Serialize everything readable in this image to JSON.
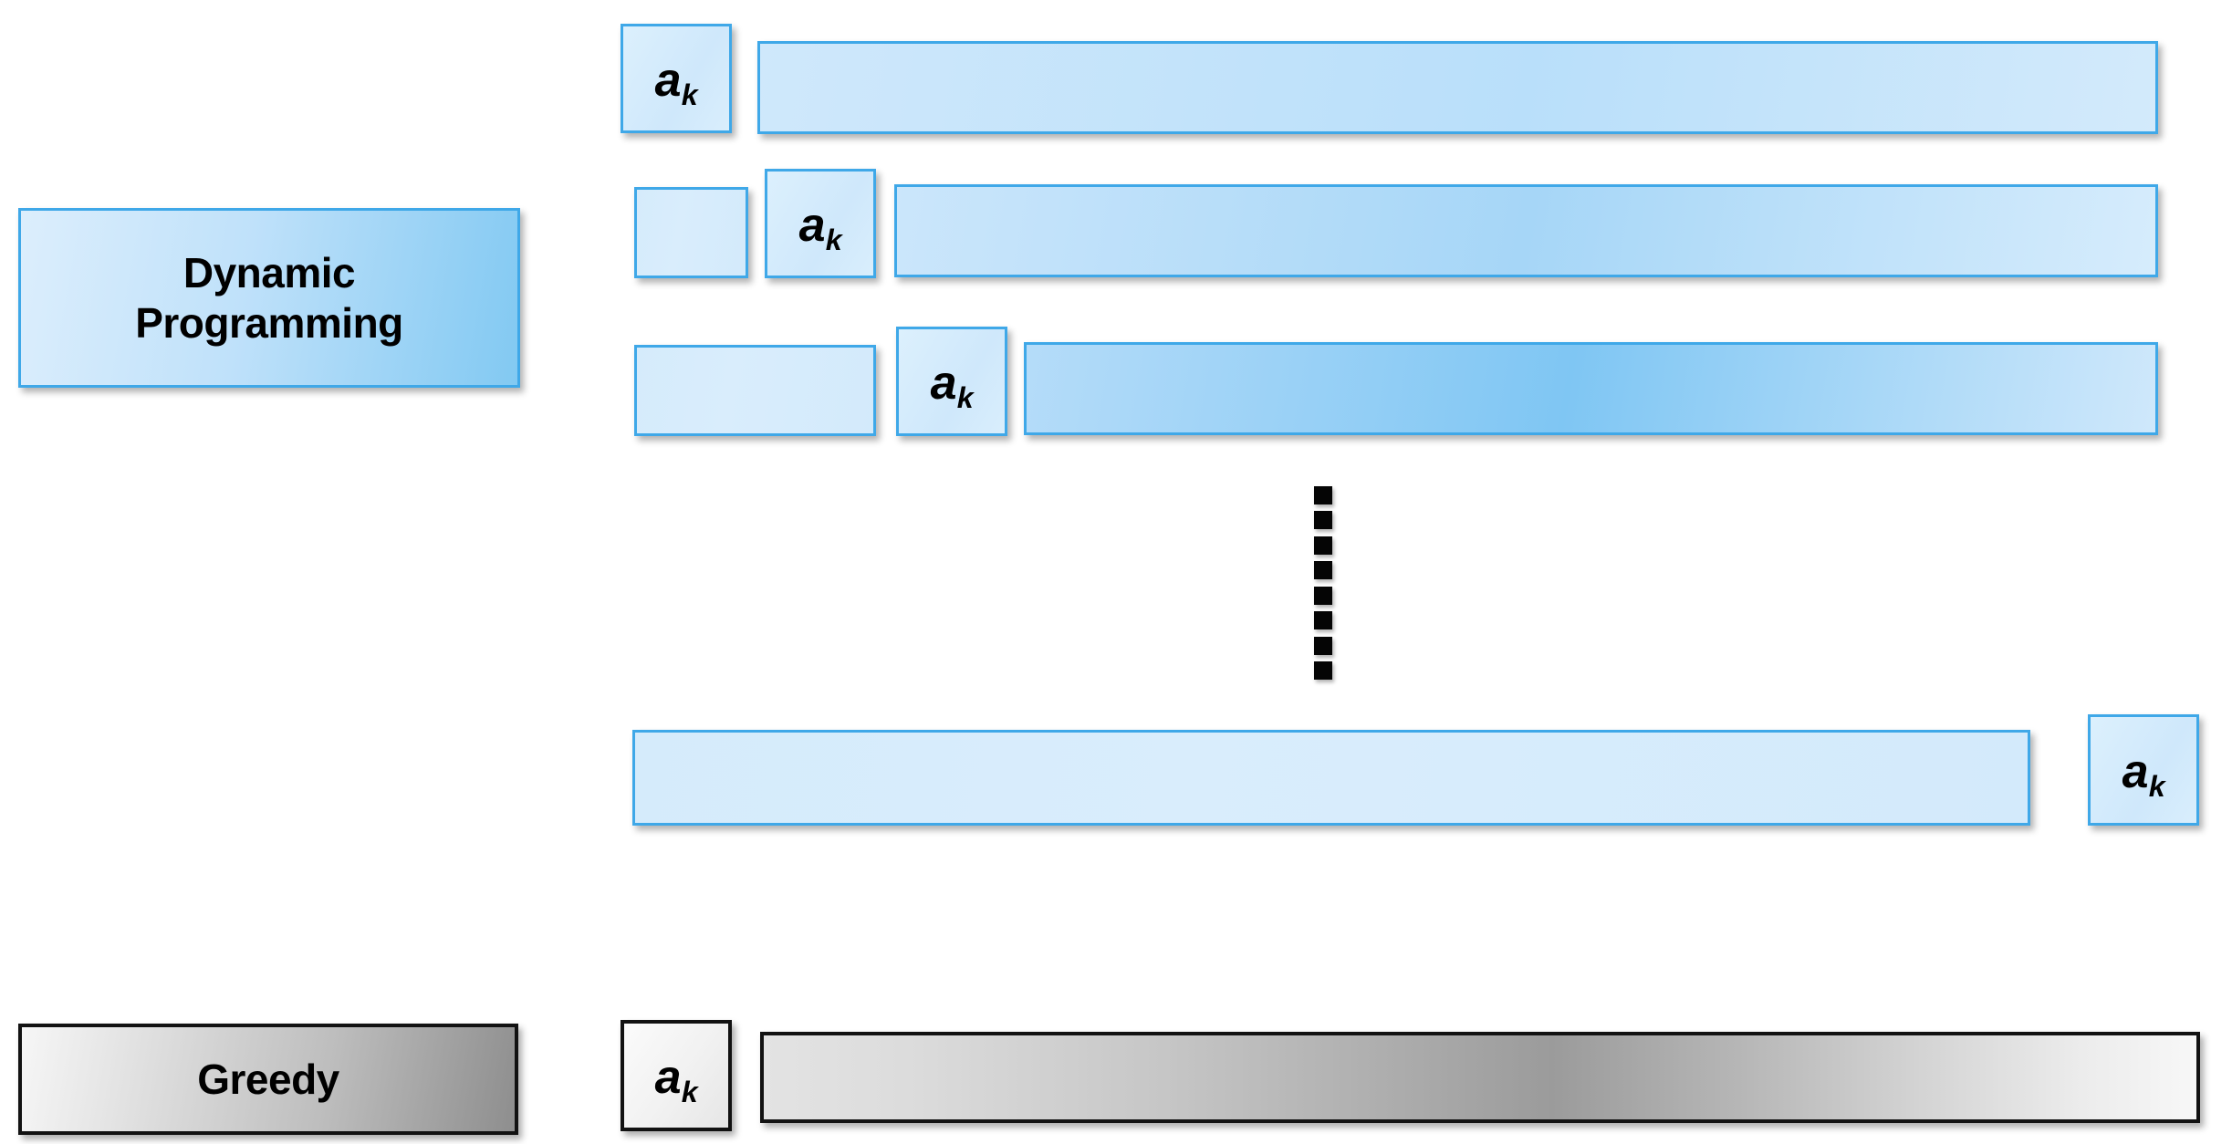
{
  "diagram": {
    "title": "Dynamic Programming vs Greedy subproblem decomposition",
    "colors": {
      "blue_border": "#3FA8E8",
      "blue_fill_light": "#D5EBFB",
      "blue_fill_mid": "#A6D6F7",
      "blue_label_accent": "#82C9F2",
      "gray_border": "#121212",
      "gray_fill_light": "#F6F6F6",
      "gray_fill_dark": "#8E8E8E",
      "dot_color": "#050505",
      "background": "#FFFFFF"
    }
  },
  "labels": {
    "dynamic_programming": {
      "line1": "Dynamic",
      "line2": "Programming"
    },
    "greedy": {
      "line1": "Greedy"
    }
  },
  "token": {
    "base": "a",
    "subscript": "k"
  },
  "dp_rows": [
    {
      "id": "row-1",
      "ak_position": "leading",
      "has_prefix": false,
      "prefix_width": 0,
      "ak_label": "a_k",
      "bar_label": "remaining-subproblem"
    },
    {
      "id": "row-2",
      "ak_position": "second",
      "has_prefix": true,
      "prefix_width": 125,
      "ak_label": "a_k",
      "bar_label": "remaining-subproblem"
    },
    {
      "id": "row-3",
      "ak_position": "third",
      "has_prefix": true,
      "prefix_width": 265,
      "ak_label": "a_k",
      "bar_label": "remaining-subproblem"
    },
    {
      "id": "row-last",
      "ak_position": "trailing",
      "has_prefix": false,
      "prefix_width": 0,
      "ak_label": "a_k",
      "bar_label": "remaining-subproblem"
    }
  ],
  "greedy_row": {
    "id": "greedy-row",
    "ak_position": "leading",
    "ak_label": "a_k",
    "bar_label": "remaining-subproblem"
  },
  "ellipsis": {
    "name": "vertical-ellipsis",
    "dot_count": 8,
    "orientation": "vertical"
  }
}
